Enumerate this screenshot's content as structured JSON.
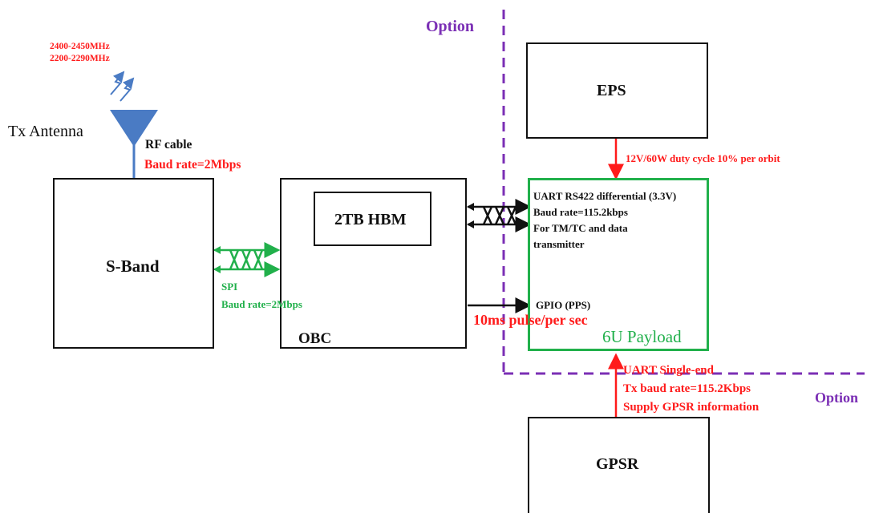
{
  "option_labels": {
    "top": "Option",
    "right": "Option"
  },
  "antenna": {
    "freq_lines": [
      "2400-2450MHz",
      "2200-2290MHz"
    ],
    "label": "Tx Antenna",
    "cable_label": "RF cable",
    "baud": "Baud rate=2Mbps"
  },
  "blocks": {
    "sband": "S-Band",
    "obc": "OBC",
    "hbm": "2TB HBM",
    "eps": "EPS",
    "gpsr": "GPSR",
    "payload": "6U Payload"
  },
  "spi": {
    "label": "SPI",
    "baud": "Baud rate=2Mbps"
  },
  "uart_payload": {
    "lines": [
      "UART RS422 differential (3.3V)",
      "Baud rate=115.2kbps",
      "For TM/TC and data",
      "transmitter"
    ]
  },
  "gpio": {
    "label": "GPIO (PPS)",
    "pulse": "10ms pulse/per sec"
  },
  "eps_power": "12V/60W duty cycle 10% per orbit",
  "gpsr_link": {
    "lines": [
      "UART Single-end",
      "Tx baud rate=115.2Kbps",
      "Supply GPSR information"
    ]
  },
  "colors": {
    "red": "#ff1a1a",
    "green": "#21b04b",
    "purple": "#7b2fb5",
    "antenna_blue": "#4a7bc4"
  }
}
